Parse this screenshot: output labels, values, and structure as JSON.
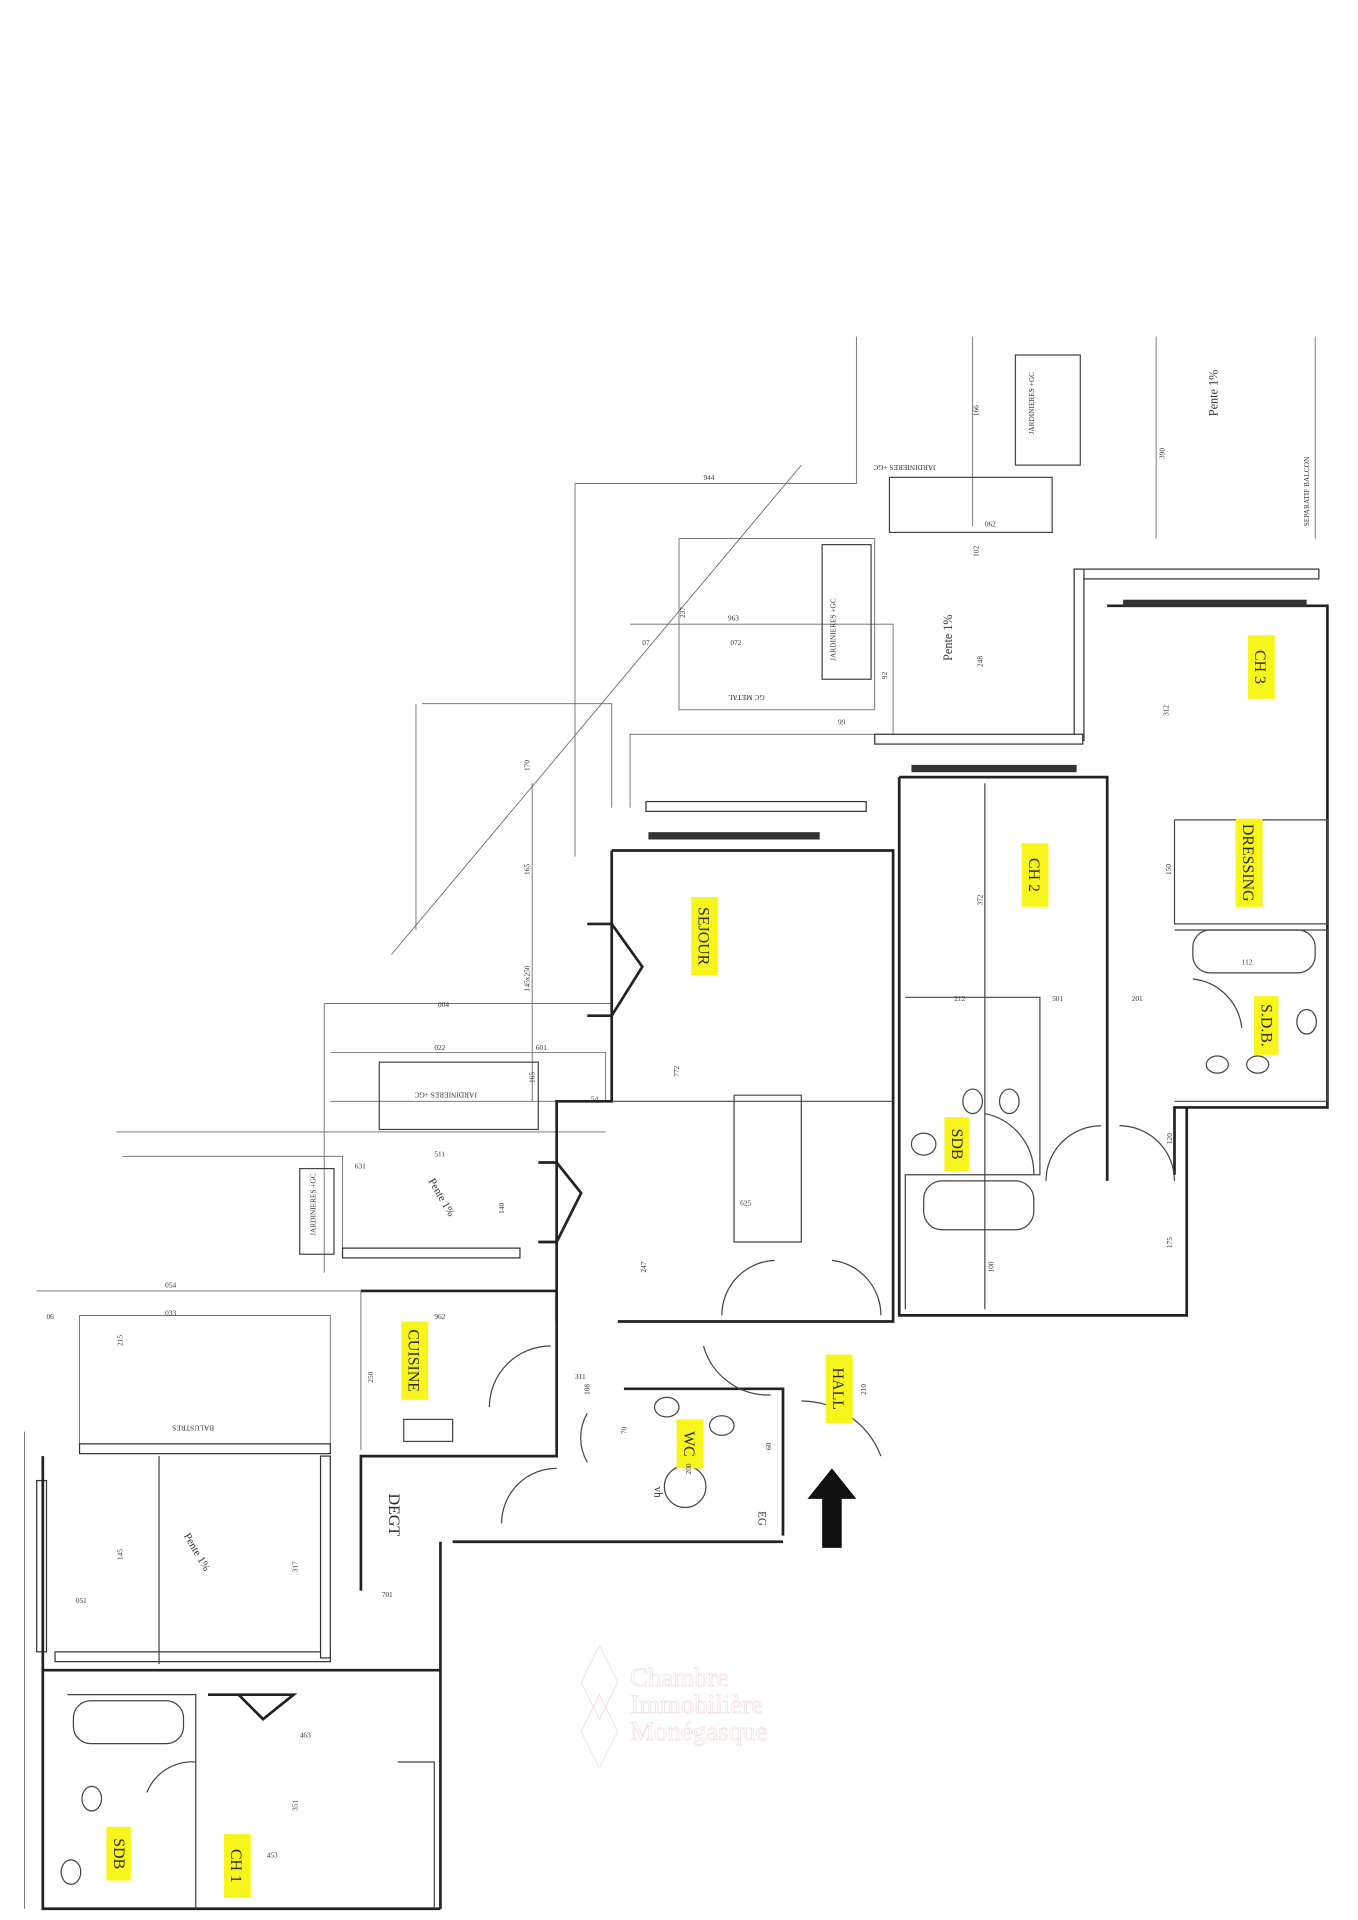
{
  "plan": {
    "rooms": {
      "sejour": "SEJOUR",
      "ch2": "CH 2",
      "ch3": "CH 3",
      "dressing": "DRESSING",
      "sdb_ch3": "S.D.B.",
      "sdb_ch2": "SDB",
      "cuisine": "CUISINE",
      "wc": "WC",
      "hall": "HALL",
      "degt": "DEGT",
      "ch1": "CH 1",
      "sdb_ch1": "SDB"
    },
    "annotations": {
      "pente_1": "Pente 1%",
      "pente_2": "Pente 1%",
      "pente_3": "Pente 1%",
      "pente_4": "Pente 1%",
      "separatif": "SEPARATIF BALCON",
      "jardinieres_1": "JARDINIERES +GC",
      "jardinieres_2": "JARDINIERES +GC",
      "jardinieres_3": "JARDINIERES +GC",
      "jardinieres_4": "JARDINIERES +GC",
      "jardinieres_5": "JARDINIERES +GC",
      "gc_metal": "GC METAL",
      "balustres": "BALUSTRES",
      "vh": "vh",
      "eg": "EG"
    },
    "dimensions": [
      "944",
      "166",
      "062",
      "390",
      "102",
      "248",
      "312",
      "372",
      "150",
      "112",
      "201",
      "501",
      "212",
      "120",
      "175",
      "100",
      "963",
      "072",
      "07",
      "92",
      "99",
      "237",
      "170",
      "165",
      "772",
      "247",
      "625",
      "004",
      "145x250",
      "022",
      "601",
      "165",
      "54",
      "631",
      "511",
      "140",
      "054",
      "033",
      "215",
      "962",
      "250",
      "311",
      "108",
      "70",
      "200",
      "60",
      "210",
      "701",
      "317",
      "463",
      "351",
      "453",
      "145",
      "06",
      "051"
    ],
    "watermark": {
      "line1": "Chambre",
      "line2": "Immobilière",
      "line3": "Monégasque"
    },
    "colors": {
      "highlight": "#f8f51c",
      "walls": "#222222",
      "watermark": "#f3dede"
    }
  }
}
